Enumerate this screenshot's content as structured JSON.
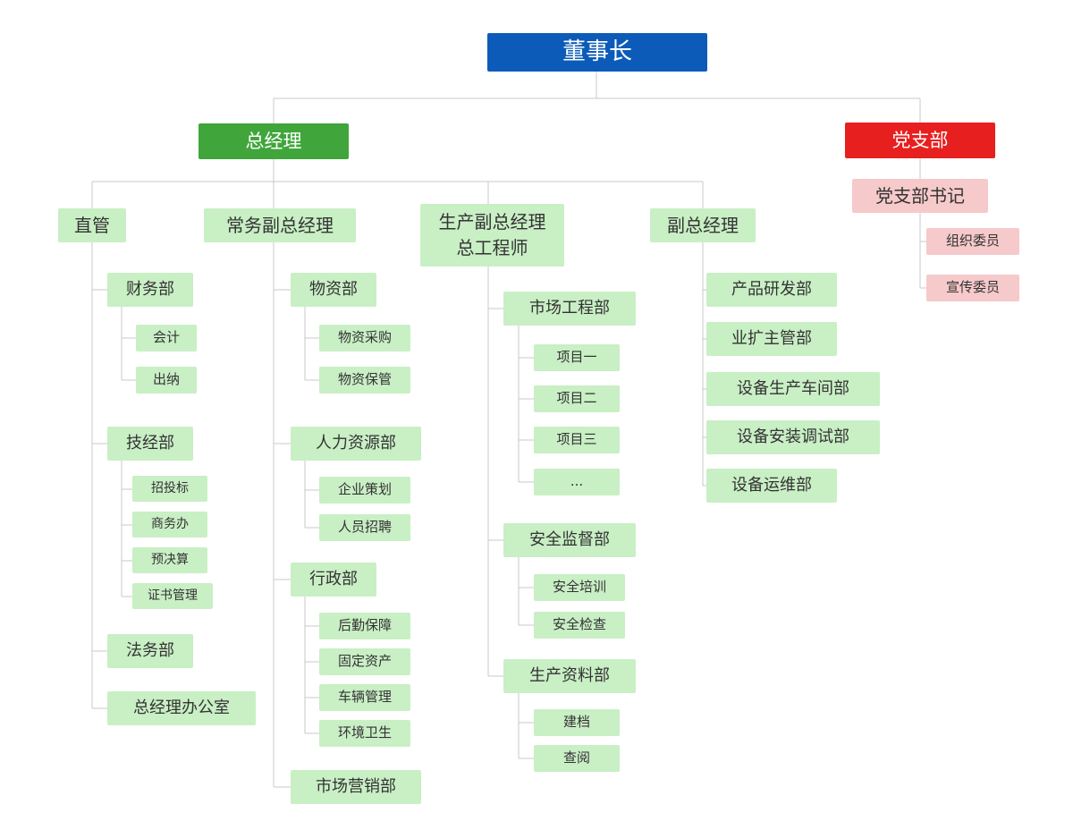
{
  "colors": {
    "chairman_bg": "#0d5bb8",
    "general_manager_bg": "#40a63b",
    "party_branch_bg": "#e7201f",
    "department_bg": "#c9efc5",
    "party_sub_bg": "#f6c9ca",
    "connector_line": "#c8c8c8",
    "text_dark": "#333333",
    "text_light": "#ffffff"
  },
  "nodes": {
    "chairman": "董事长",
    "general_manager": "总经理",
    "party_branch": "党支部",
    "party_secretary": "党支部书记",
    "org_committee": "组织委员",
    "publicity_committee": "宣传委员",
    "direct": "直管",
    "exec_deputy_gm": "常务副总经理",
    "production_deputy_gm": "生产副总经理\n总工程师",
    "deputy_gm": "副总经理",
    "finance": "财务部",
    "accounting": "会计",
    "cashier": "出纳",
    "tech_econ": "技经部",
    "bidding": "招投标",
    "business_office": "商务办",
    "budget": "预决算",
    "cert_mgmt": "证书管理",
    "legal": "法务部",
    "gm_office": "总经理办公室",
    "materials": "物资部",
    "material_purchase": "物资采购",
    "material_storage": "物资保管",
    "hr": "人力资源部",
    "enterprise_planning": "企业策划",
    "recruitment": "人员招聘",
    "admin": "行政部",
    "logistics": "后勤保障",
    "fixed_assets": "固定资产",
    "vehicle_mgmt": "车辆管理",
    "sanitation": "环境卫生",
    "marketing": "市场营销部",
    "market_eng": "市场工程部",
    "project1": "项目一",
    "project2": "项目二",
    "project3": "项目三",
    "project_more": "...",
    "safety_supervision": "安全监督部",
    "safety_training": "安全培训",
    "safety_inspection": "安全检查",
    "production_data": "生产资料部",
    "archiving": "建档",
    "review": "查阅",
    "product_rd": "产品研发部",
    "business_expansion": "业扩主管部",
    "equipment_production": "设备生产车间部",
    "equipment_installation": "设备安装调试部",
    "equipment_om": "设备运维部"
  }
}
